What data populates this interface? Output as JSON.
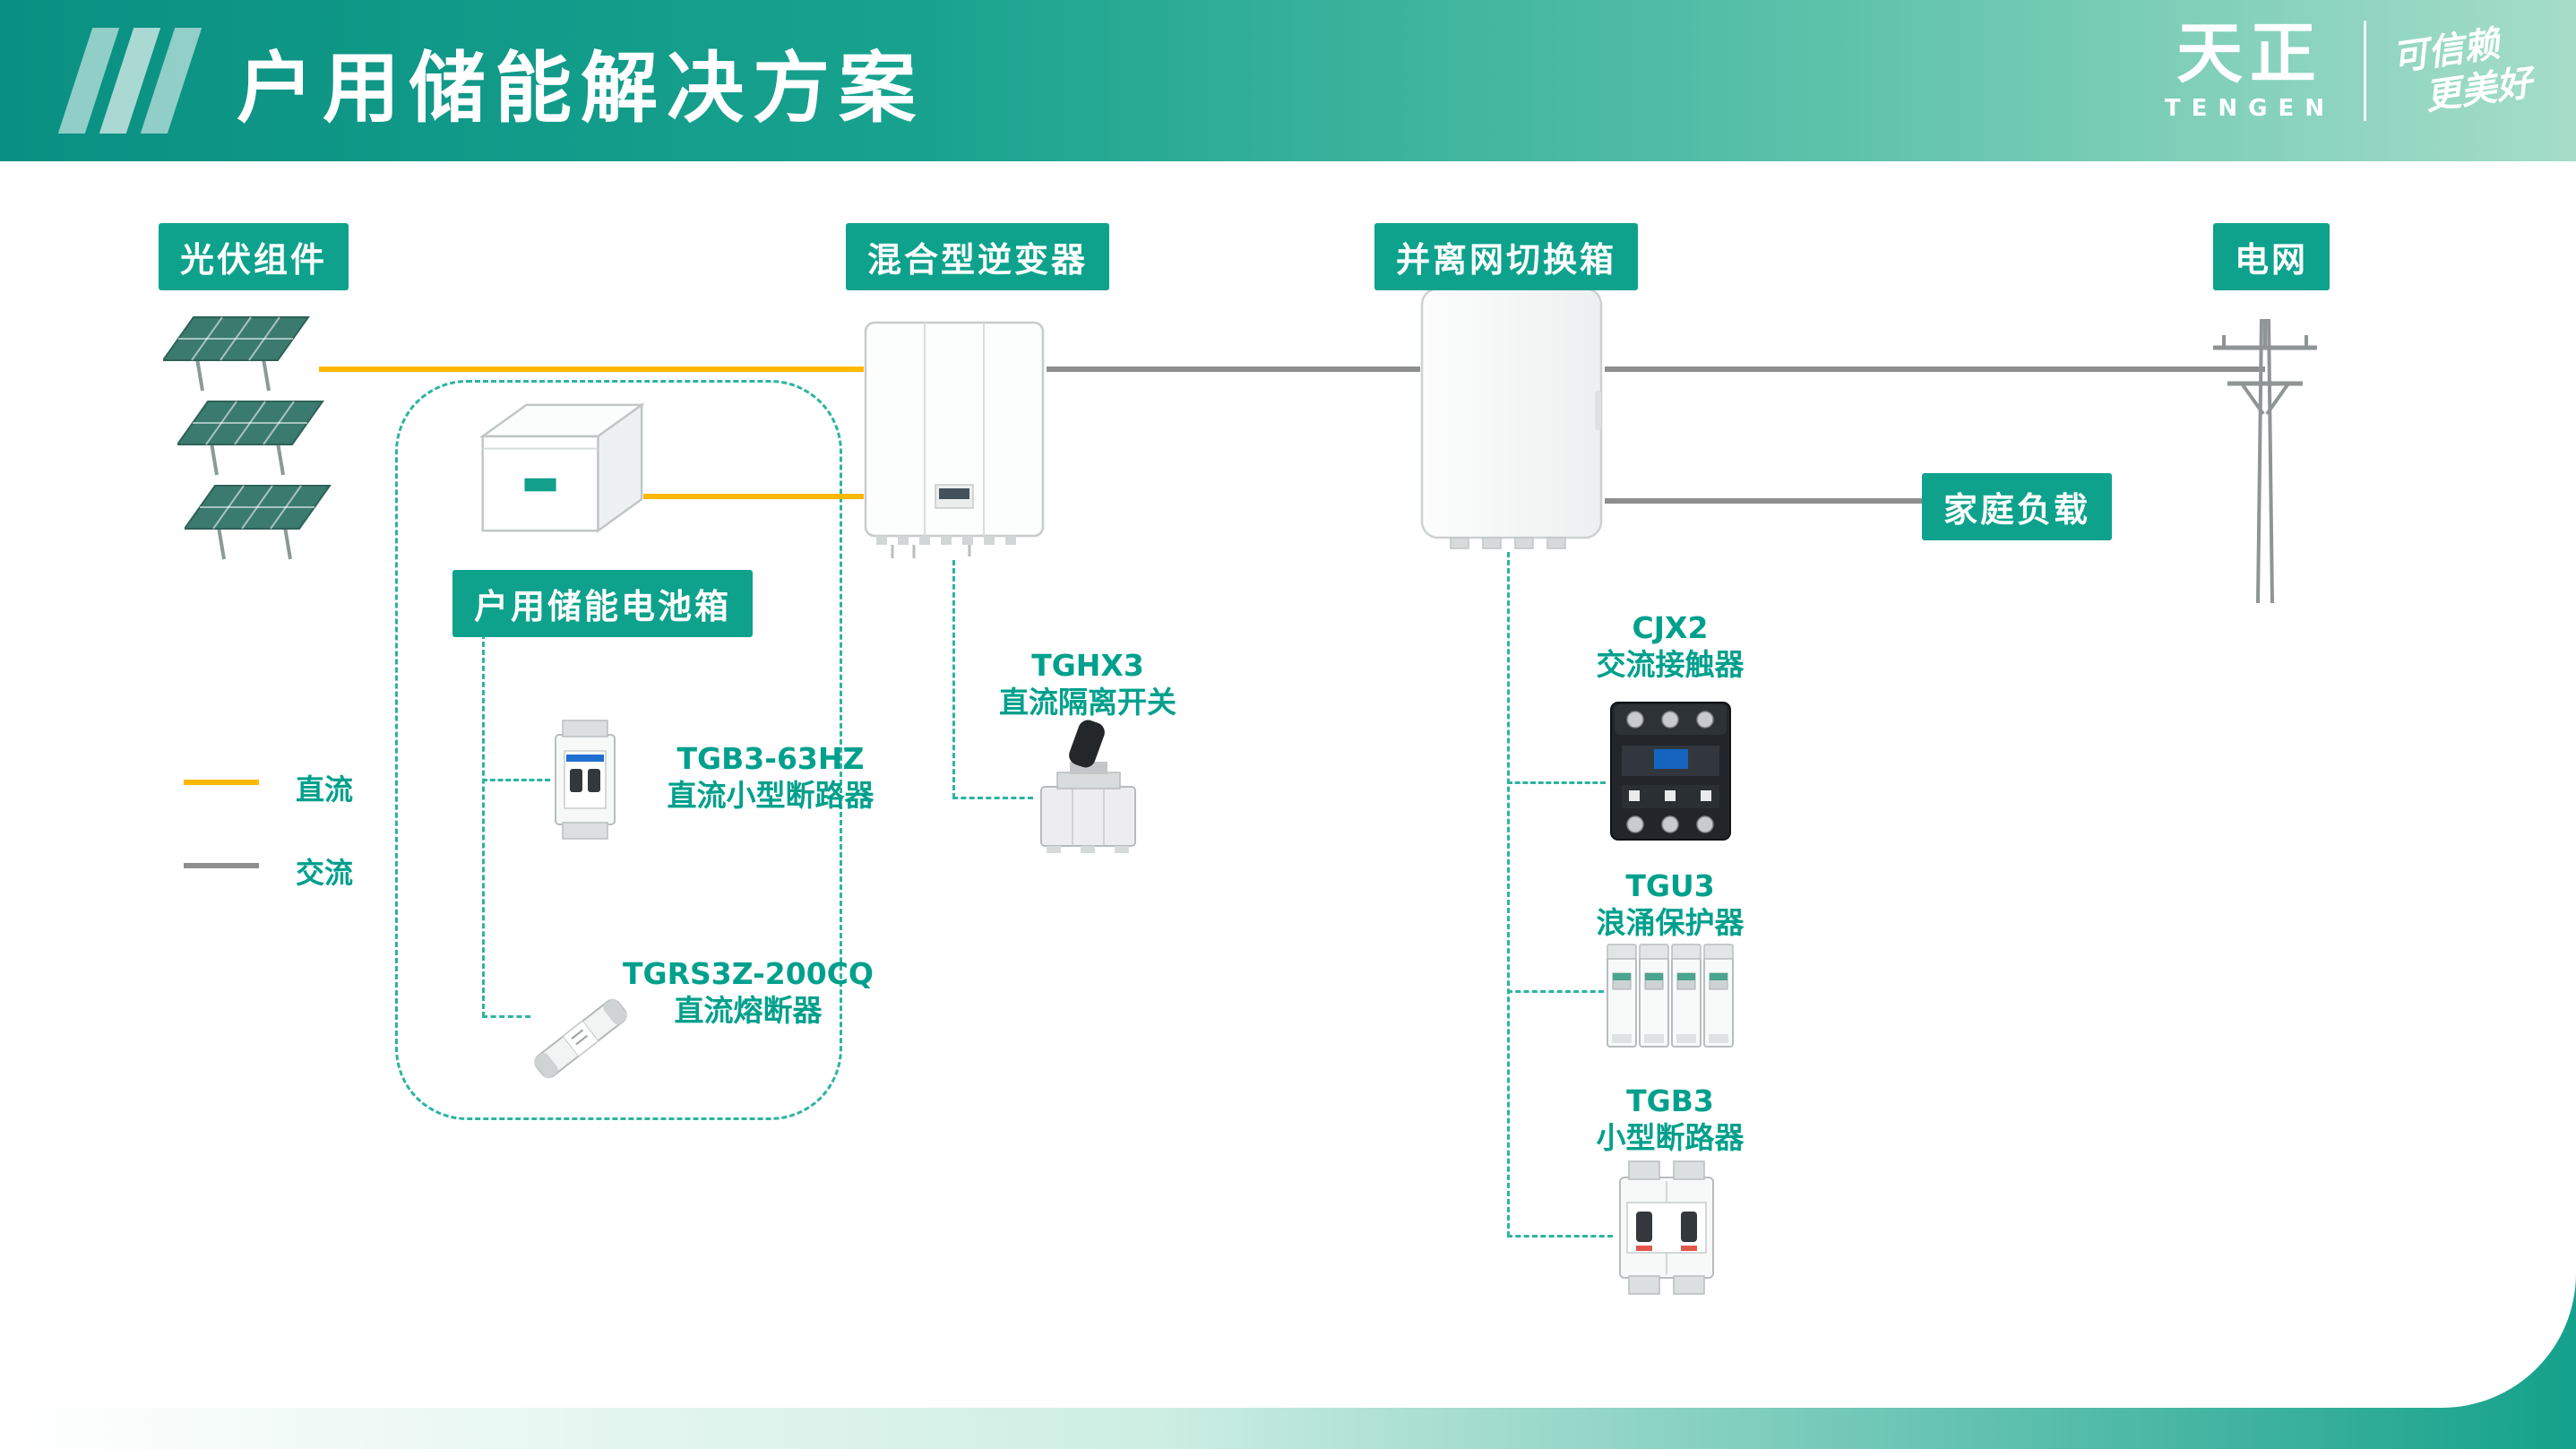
{
  "header": {
    "title": "户用储能解决方案",
    "logo": {
      "brand": "天正",
      "brand_sub": "TENGEN",
      "slogan_line1": "可信赖",
      "slogan_line2": "更美好"
    }
  },
  "labels": {
    "pv": "光伏组件",
    "inverter": "混合型逆变器",
    "switch_box": "并离网切换箱",
    "grid": "电网",
    "home_load": "家庭负载",
    "battery_box": "户用储能电池箱"
  },
  "components": {
    "dc_breaker": {
      "model": "TGB3-63HZ",
      "name": "直流小型断路器"
    },
    "dc_fuse": {
      "model": "TGRS3Z-200CQ",
      "name": "直流熔断器"
    },
    "dc_isolator": {
      "model": "TGHX3",
      "name": "直流隔离开关"
    },
    "ac_contactor": {
      "model": "CJX2",
      "name": "交流接触器"
    },
    "surge_protector": {
      "model": "TGU3",
      "name": "浪涌保护器"
    },
    "mcb": {
      "model": "TGB3",
      "name": "小型断路器"
    }
  },
  "legend": {
    "dc": "直流",
    "ac": "交流"
  },
  "colors": {
    "dc_line": "#FFB800",
    "ac_line": "#8E8E8E",
    "badge_bg": "#0EA28C",
    "component_text": "#00A08C",
    "dashed_line": "#2CB4A0",
    "header_gradient_start": "#0A9082",
    "header_gradient_end": "#A5DDC9"
  }
}
